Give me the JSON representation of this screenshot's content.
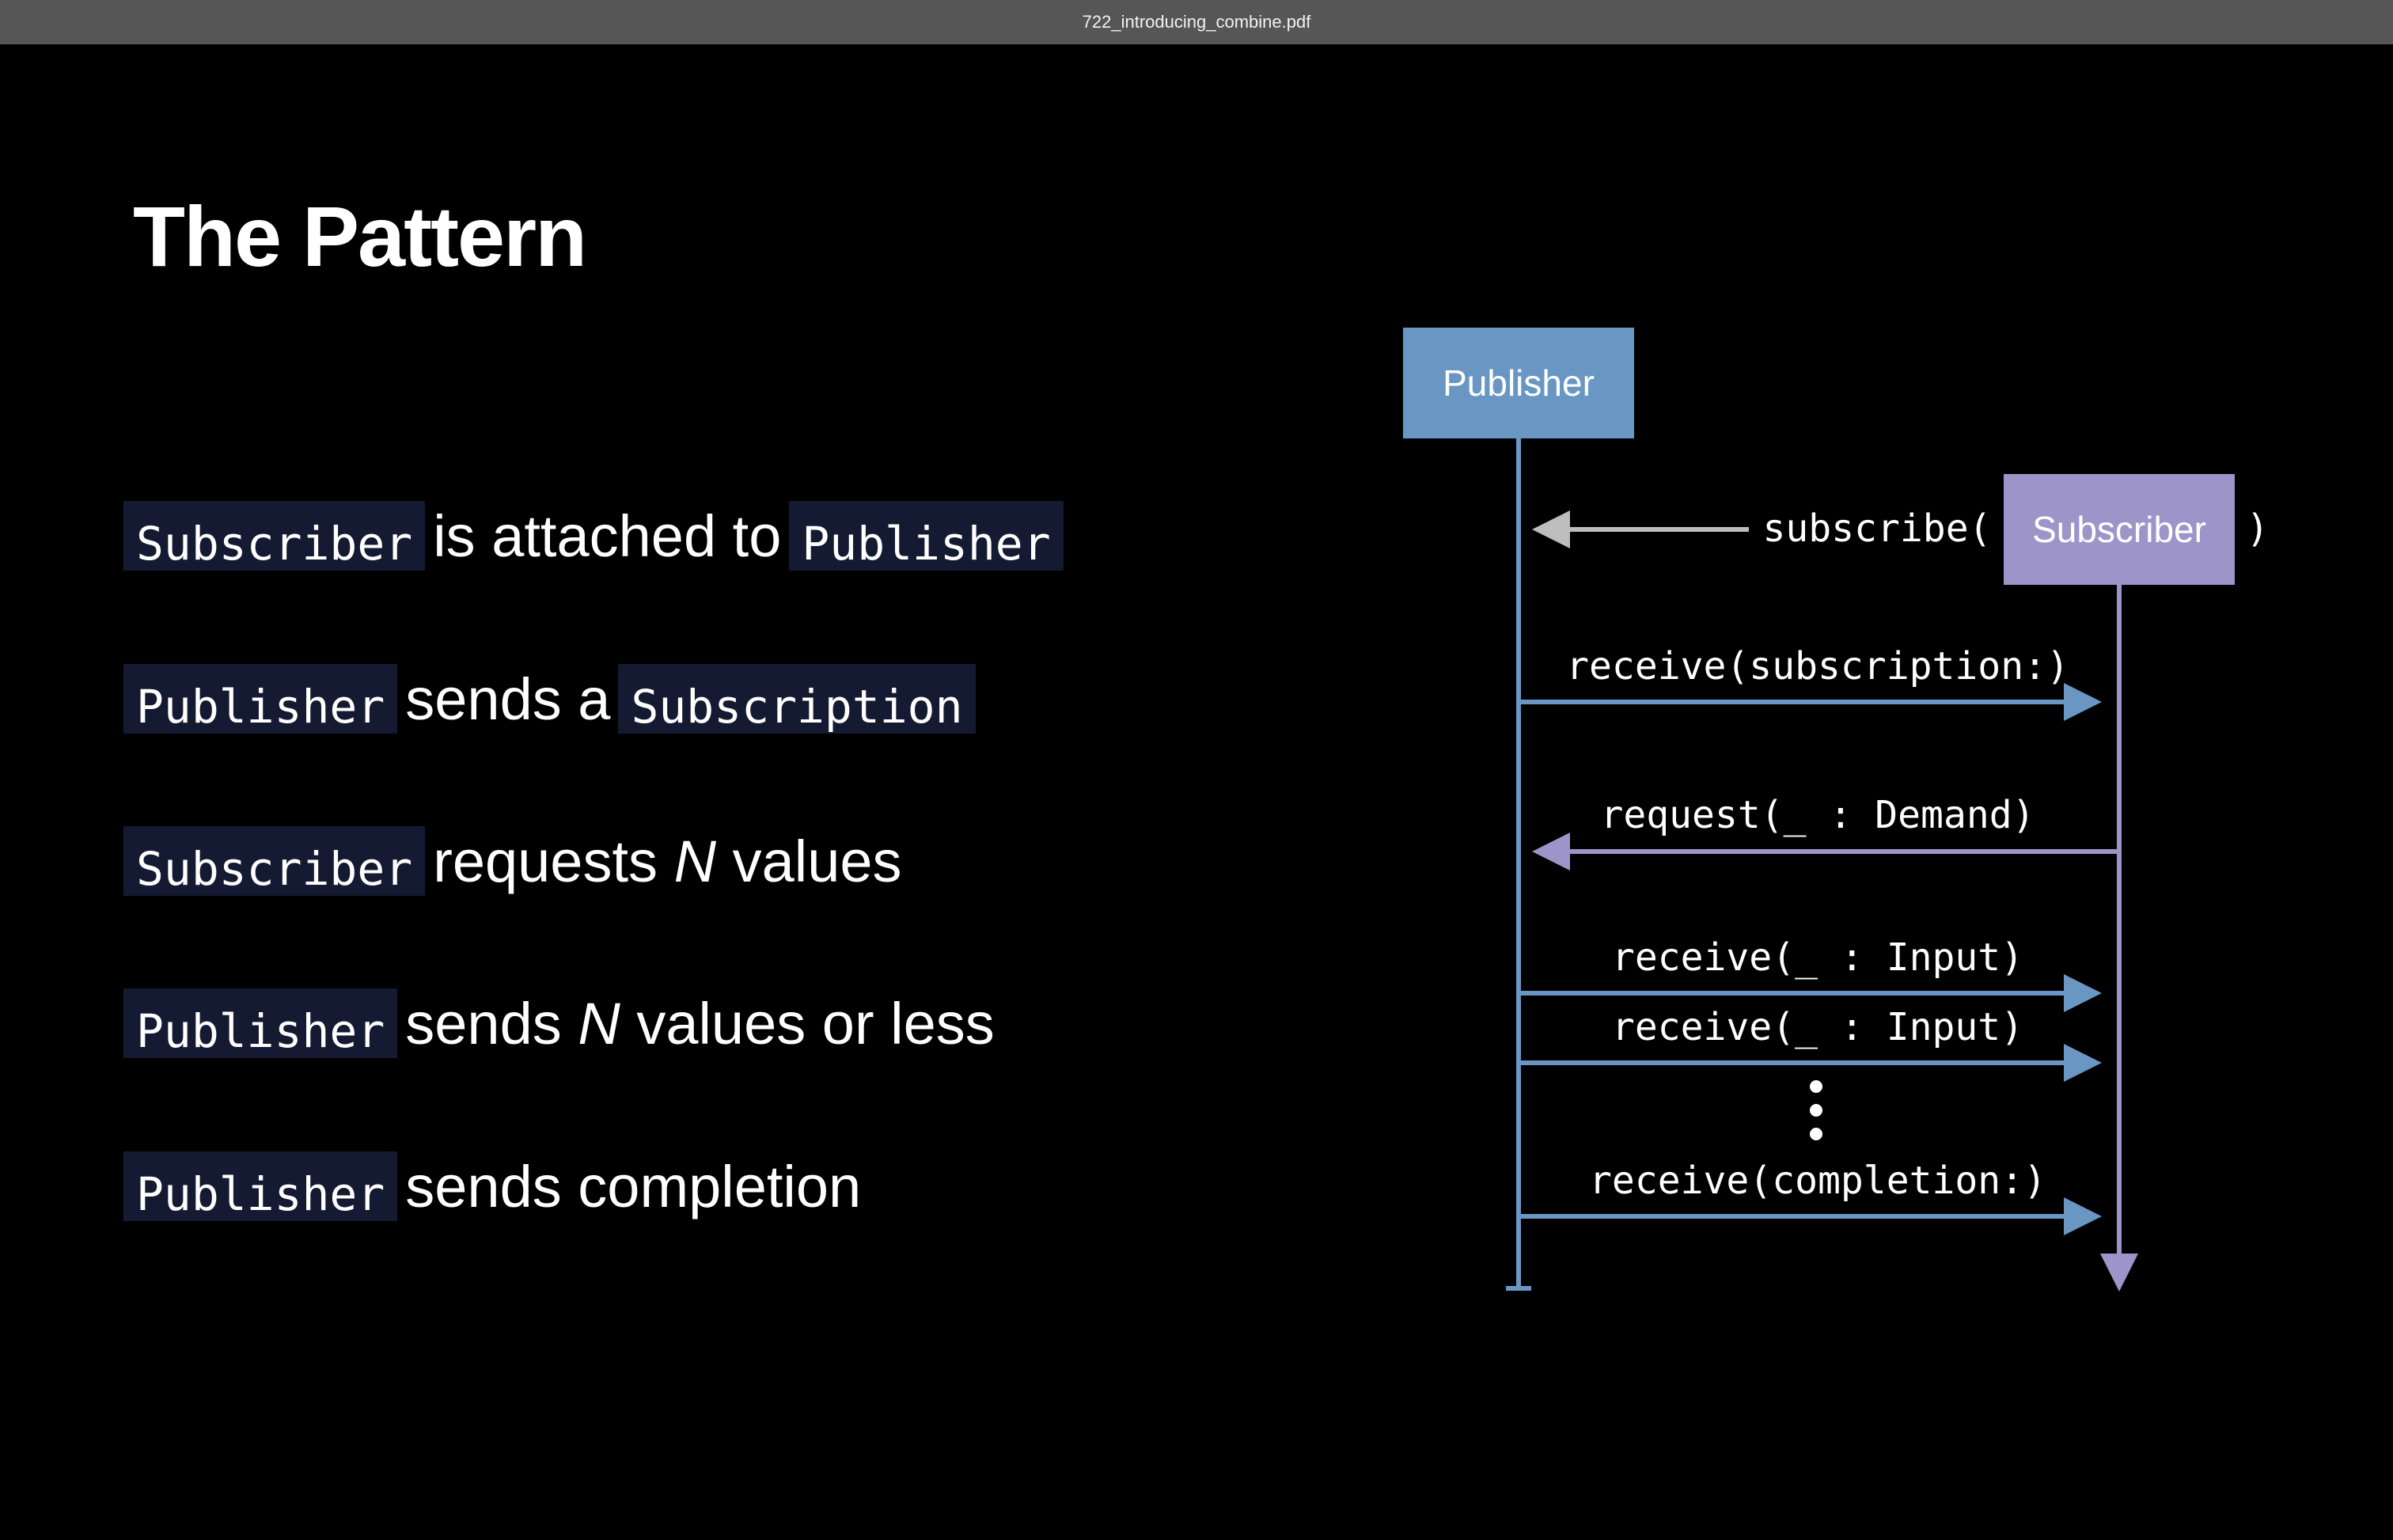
{
  "window": {
    "title": "722_introducing_combine.pdf"
  },
  "slide": {
    "title": "The Pattern",
    "bullets": [
      {
        "code1": "Subscriber",
        "text": "is attached to",
        "code2": "Publisher"
      },
      {
        "code1": "Publisher",
        "text": "sends a",
        "code2": "Subscription"
      },
      {
        "code1": "Subscriber",
        "text_pre": "requests",
        "italic": "N",
        "text_post": "values"
      },
      {
        "code1": "Publisher",
        "text_pre": "sends",
        "italic": "N",
        "text_post": "values or less"
      },
      {
        "code1": "Publisher",
        "text": "sends completion"
      }
    ]
  },
  "diagram": {
    "publisher_label": "Publisher",
    "subscriber_label": "Subscriber",
    "subscribe_open": "subscribe(",
    "subscribe_close": ")",
    "messages": [
      "receive(subscription:)",
      "request(_ : Demand)",
      "receive(_ : Input)",
      "receive(_ : Input)",
      "receive(completion:)"
    ],
    "colors": {
      "publisher": "#6a96c3",
      "subscriber": "#9d95c9",
      "subscribe_arrow": "#bdbdbd",
      "code_background": "#141a31"
    }
  }
}
